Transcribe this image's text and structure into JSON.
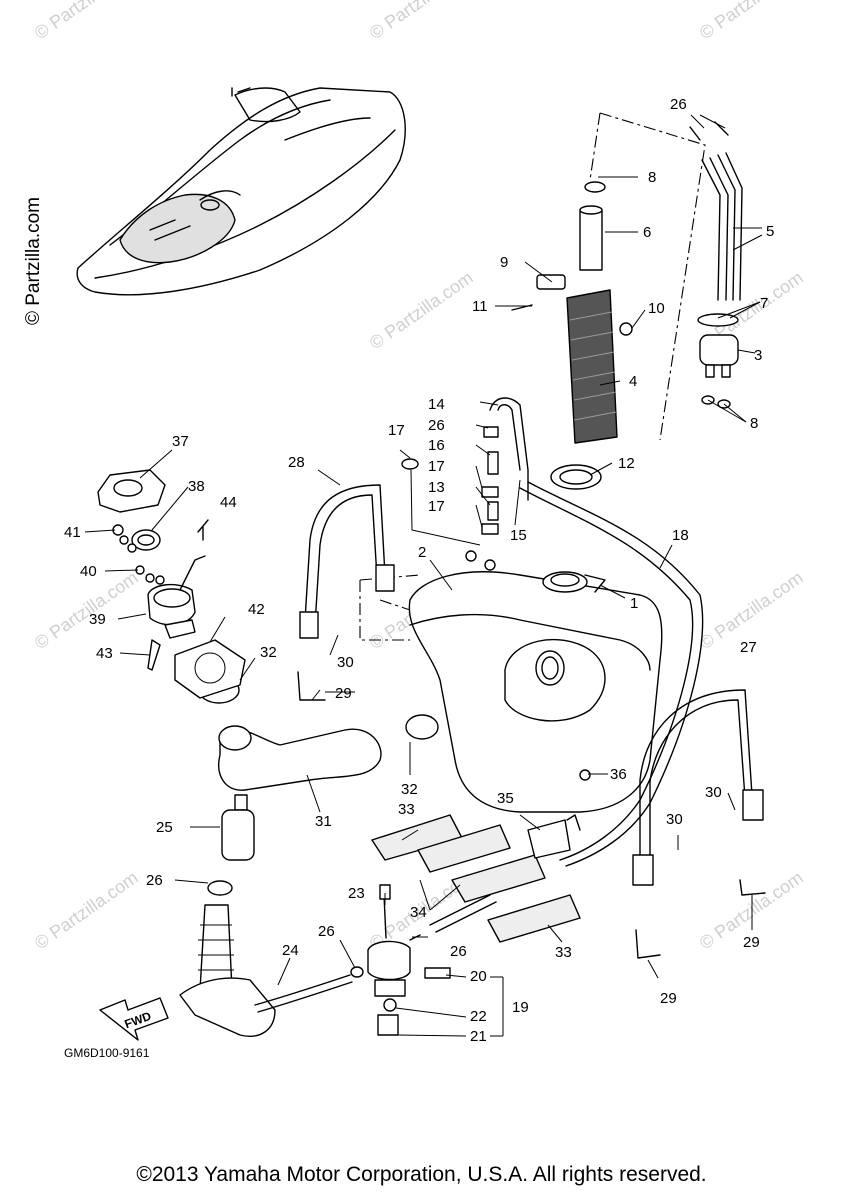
{
  "diagram": {
    "code": "GM6D100-9161",
    "copyright": "©2013 Yamaha Motor Corporation, U.S.A. All rights reserved.",
    "watermark": "© Partzilla.com",
    "fwd_label": "FWD",
    "callouts": [
      "1",
      "2",
      "3",
      "4",
      "5",
      "6",
      "7",
      "8",
      "8",
      "9",
      "10",
      "11",
      "12",
      "13",
      "14",
      "15",
      "16",
      "17",
      "17",
      "17",
      "18",
      "19",
      "20",
      "21",
      "22",
      "23",
      "24",
      "25",
      "26",
      "26",
      "26",
      "26",
      "26",
      "27",
      "28",
      "29",
      "29",
      "29",
      "30",
      "30",
      "30",
      "31",
      "32",
      "32",
      "33",
      "33",
      "34",
      "35",
      "36",
      "37",
      "38",
      "39",
      "40",
      "41",
      "42",
      "43",
      "44"
    ]
  }
}
